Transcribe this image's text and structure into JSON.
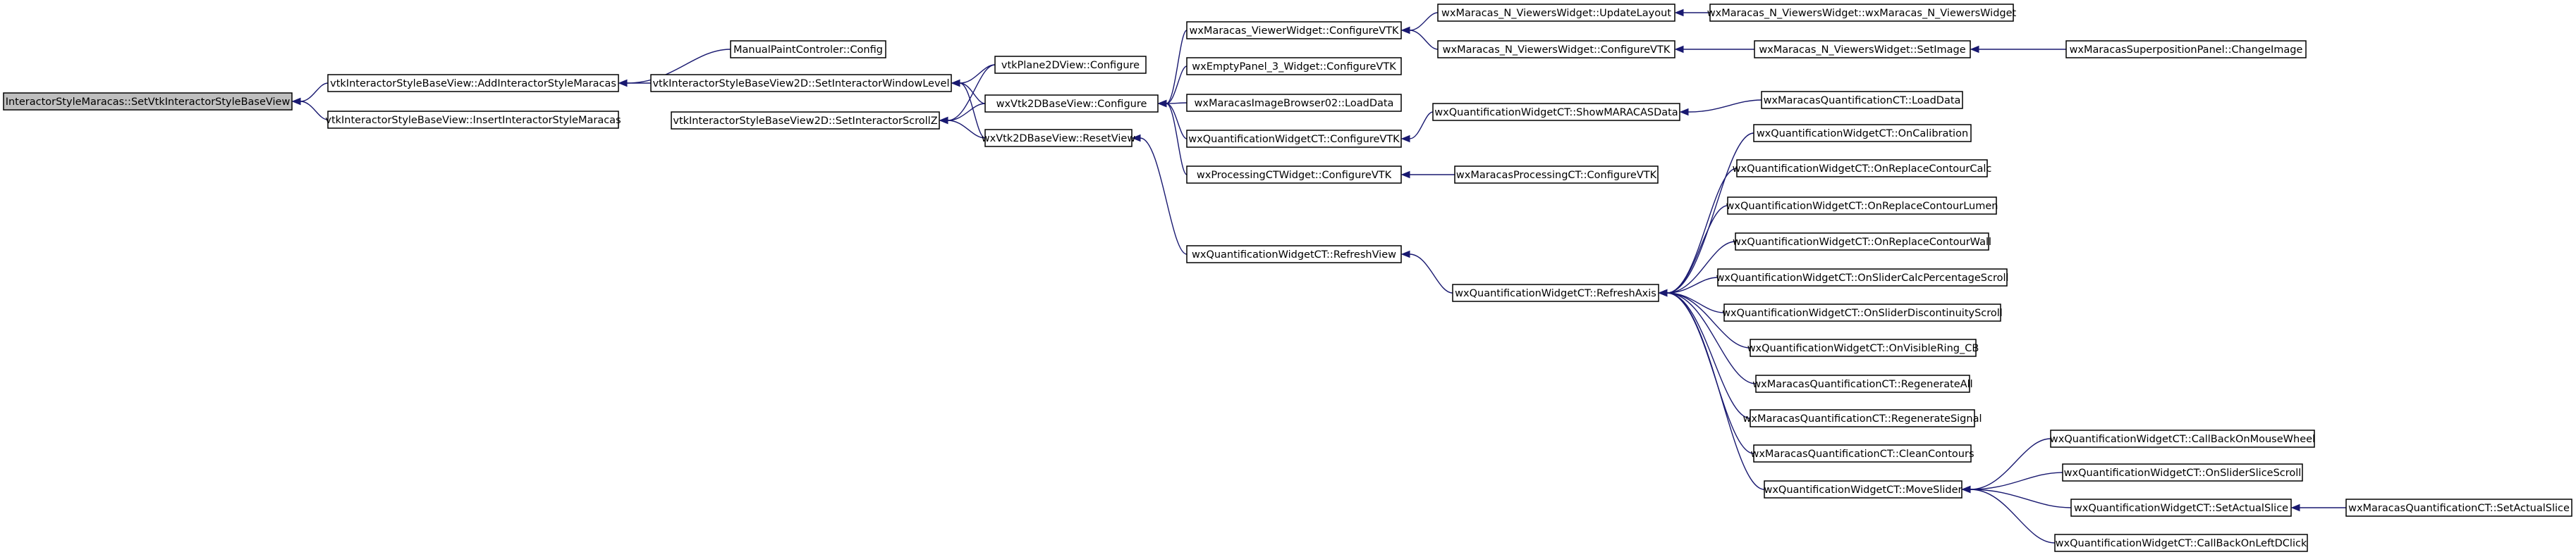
{
  "nodes": [
    {
      "id": "n0",
      "label": "InteractorStyleMaracas::SetVtkInteractorStyleBaseView",
      "root": true
    },
    {
      "id": "n1",
      "label": "vtkInteractorStyleBaseView::AddInteractorStyleMaracas"
    },
    {
      "id": "n2",
      "label": "vtkInteractorStyleBaseView::InsertInteractorStyleMaracas"
    },
    {
      "id": "n3",
      "label": "ManualPaintControler::Config"
    },
    {
      "id": "n4",
      "label": "vtkInteractorStyleBaseView2D::SetInteractorWindowLevel"
    },
    {
      "id": "n5",
      "label": "vtkInteractorStyleBaseView2D::SetInteractorScrollZ"
    },
    {
      "id": "n6",
      "label": "vtkPlane2DView::Configure"
    },
    {
      "id": "n7",
      "label": "wxVtk2DBaseView::Configure"
    },
    {
      "id": "n8",
      "label": "wxVtk2DBaseView::ResetView"
    },
    {
      "id": "n9",
      "label": "wxMaracas_ViewerWidget::ConfigureVTK"
    },
    {
      "id": "n10",
      "label": "wxEmptyPanel_3_Widget::ConfigureVTK"
    },
    {
      "id": "n11",
      "label": "wxMaracasImageBrowser02::LoadData"
    },
    {
      "id": "n12",
      "label": "wxQuantificationWidgetCT::ConfigureVTK"
    },
    {
      "id": "n13",
      "label": "wxProcessingCTWidget::ConfigureVTK"
    },
    {
      "id": "n14",
      "label": "wxQuantificationWidgetCT::RefreshView"
    },
    {
      "id": "n15",
      "label": "wxMaracas_N_ViewersWidget::UpdateLayout"
    },
    {
      "id": "n16",
      "label": "wxMaracas_N_ViewersWidget::ConfigureVTK"
    },
    {
      "id": "n17",
      "label": "wxQuantificationWidgetCT::ShowMARACASData"
    },
    {
      "id": "n18",
      "label": "wxMaracasProcessingCT::ConfigureVTK"
    },
    {
      "id": "n19",
      "label": "wxQuantificationWidgetCT::RefreshAxis"
    },
    {
      "id": "n20",
      "label": "wxMaracas_N_ViewersWidget::wxMaracas_N_ViewersWidget"
    },
    {
      "id": "n21",
      "label": "wxMaracas_N_ViewersWidget::SetImage"
    },
    {
      "id": "n22",
      "label": "wxMaracasSuperpositionPanel::ChangeImage"
    },
    {
      "id": "n23",
      "label": "wxMaracasQuantificationCT::LoadData"
    },
    {
      "id": "n24",
      "label": "wxQuantificationWidgetCT::OnCalibration"
    },
    {
      "id": "n25",
      "label": "wxQuantificationWidgetCT::OnReplaceContourCalc"
    },
    {
      "id": "n26",
      "label": "wxQuantificationWidgetCT::OnReplaceContourLumen"
    },
    {
      "id": "n27",
      "label": "wxQuantificationWidgetCT::OnReplaceContourWall"
    },
    {
      "id": "n28",
      "label": "wxQuantificationWidgetCT::OnSliderCalcPercentageScroll"
    },
    {
      "id": "n29",
      "label": "wxQuantificationWidgetCT::OnSliderDiscontinuityScroll"
    },
    {
      "id": "n30",
      "label": "wxQuantificationWidgetCT::OnVisibleRing_CB"
    },
    {
      "id": "n31",
      "label": "wxMaracasQuantificationCT::RegenerateAll"
    },
    {
      "id": "n32",
      "label": "wxMaracasQuantificationCT::RegenerateSignal"
    },
    {
      "id": "n33",
      "label": "wxMaracasQuantificationCT::CleanContours"
    },
    {
      "id": "n34",
      "label": "wxQuantificationWidgetCT::MoveSlider"
    },
    {
      "id": "n35",
      "label": "wxQuantificationWidgetCT::CallBackOnMouseWheel"
    },
    {
      "id": "n36",
      "label": "wxQuantificationWidgetCT::OnSliderSliceScroll"
    },
    {
      "id": "n37",
      "label": "wxQuantificationWidgetCT::SetActualSlice"
    },
    {
      "id": "n38",
      "label": "wxQuantificationWidgetCT::CallBackOnLeftDClick"
    },
    {
      "id": "n39",
      "label": "wxMaracasQuantificationCT::SetActualSlice"
    }
  ],
  "edges": [
    {
      "from": "n1",
      "to": "n0"
    },
    {
      "from": "n2",
      "to": "n0"
    },
    {
      "from": "n3",
      "to": "n1"
    },
    {
      "from": "n4",
      "to": "n1"
    },
    {
      "from": "n6",
      "to": "n4"
    },
    {
      "from": "n7",
      "to": "n4"
    },
    {
      "from": "n8",
      "to": "n4"
    },
    {
      "from": "n6",
      "to": "n5"
    },
    {
      "from": "n7",
      "to": "n5"
    },
    {
      "from": "n8",
      "to": "n5"
    },
    {
      "from": "n9",
      "to": "n7"
    },
    {
      "from": "n10",
      "to": "n7"
    },
    {
      "from": "n11",
      "to": "n7"
    },
    {
      "from": "n12",
      "to": "n7"
    },
    {
      "from": "n13",
      "to": "n7"
    },
    {
      "from": "n14",
      "to": "n8"
    },
    {
      "from": "n15",
      "to": "n9"
    },
    {
      "from": "n16",
      "to": "n9"
    },
    {
      "from": "n17",
      "to": "n12"
    },
    {
      "from": "n18",
      "to": "n13"
    },
    {
      "from": "n19",
      "to": "n14"
    },
    {
      "from": "n20",
      "to": "n15"
    },
    {
      "from": "n21",
      "to": "n16"
    },
    {
      "from": "n22",
      "to": "n21"
    },
    {
      "from": "n23",
      "to": "n17"
    },
    {
      "from": "n24",
      "to": "n19"
    },
    {
      "from": "n25",
      "to": "n19"
    },
    {
      "from": "n26",
      "to": "n19"
    },
    {
      "from": "n27",
      "to": "n19"
    },
    {
      "from": "n28",
      "to": "n19"
    },
    {
      "from": "n29",
      "to": "n19"
    },
    {
      "from": "n30",
      "to": "n19"
    },
    {
      "from": "n31",
      "to": "n19"
    },
    {
      "from": "n32",
      "to": "n19"
    },
    {
      "from": "n33",
      "to": "n19"
    },
    {
      "from": "n34",
      "to": "n19"
    },
    {
      "from": "n35",
      "to": "n34"
    },
    {
      "from": "n36",
      "to": "n34"
    },
    {
      "from": "n37",
      "to": "n34"
    },
    {
      "from": "n38",
      "to": "n34"
    },
    {
      "from": "n39",
      "to": "n37"
    }
  ]
}
